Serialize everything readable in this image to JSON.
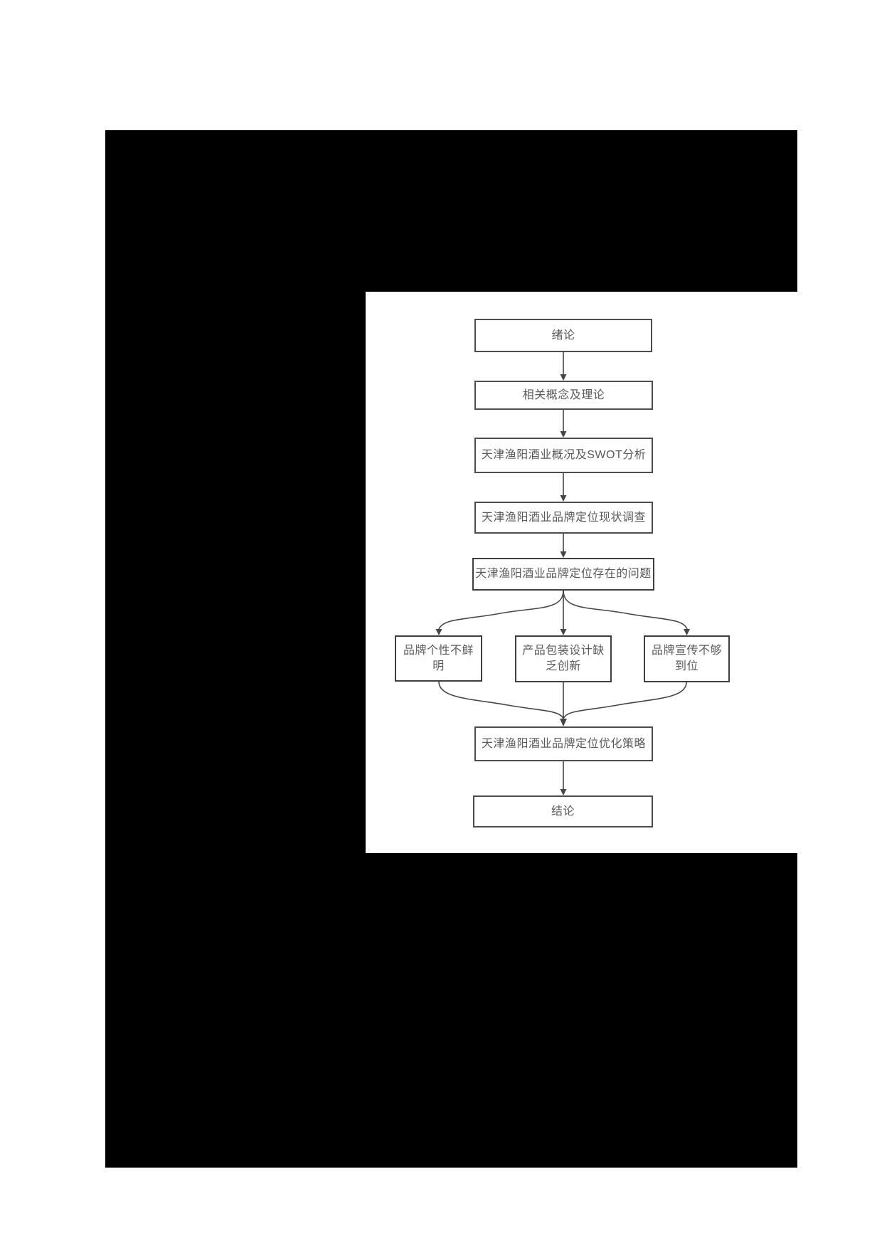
{
  "diagram": {
    "type": "flowchart",
    "nodes": [
      {
        "id": "introduction",
        "label": "绪论"
      },
      {
        "id": "related-concepts",
        "label": "相关概念及理论"
      },
      {
        "id": "overview-swot",
        "label": "天津渔阳酒业概况及SWOT分析"
      },
      {
        "id": "status-survey",
        "label": "天津渔阳酒业品牌定位现状调查"
      },
      {
        "id": "problems",
        "label": "天津渔阳酒业品牌定位存在的问题"
      },
      {
        "id": "problem-brand-personality",
        "label": "品牌个性不鲜明"
      },
      {
        "id": "problem-packaging-innovation",
        "label": "产品包装设计缺乏创新"
      },
      {
        "id": "problem-promotion",
        "label": "品牌宣传不够到位"
      },
      {
        "id": "optimization-strategy",
        "label": "天津渔阳酒业品牌定位优化策略"
      },
      {
        "id": "conclusion",
        "label": "结论"
      }
    ],
    "edges": [
      {
        "from": "introduction",
        "to": "related-concepts"
      },
      {
        "from": "related-concepts",
        "to": "overview-swot"
      },
      {
        "from": "overview-swot",
        "to": "status-survey"
      },
      {
        "from": "status-survey",
        "to": "problems"
      },
      {
        "from": "problems",
        "to": "problem-brand-personality"
      },
      {
        "from": "problems",
        "to": "problem-packaging-innovation"
      },
      {
        "from": "problems",
        "to": "problem-promotion"
      },
      {
        "from": "problem-brand-personality",
        "to": "optimization-strategy"
      },
      {
        "from": "problem-packaging-innovation",
        "to": "optimization-strategy"
      },
      {
        "from": "problem-promotion",
        "to": "optimization-strategy"
      },
      {
        "from": "optimization-strategy",
        "to": "conclusion"
      }
    ],
    "colors": {
      "page_background": "#000000",
      "panel_background": "#ffffff",
      "node_border": "#4d4d4d",
      "node_text": "#5a5a5a",
      "connector_line": "#454545"
    }
  }
}
